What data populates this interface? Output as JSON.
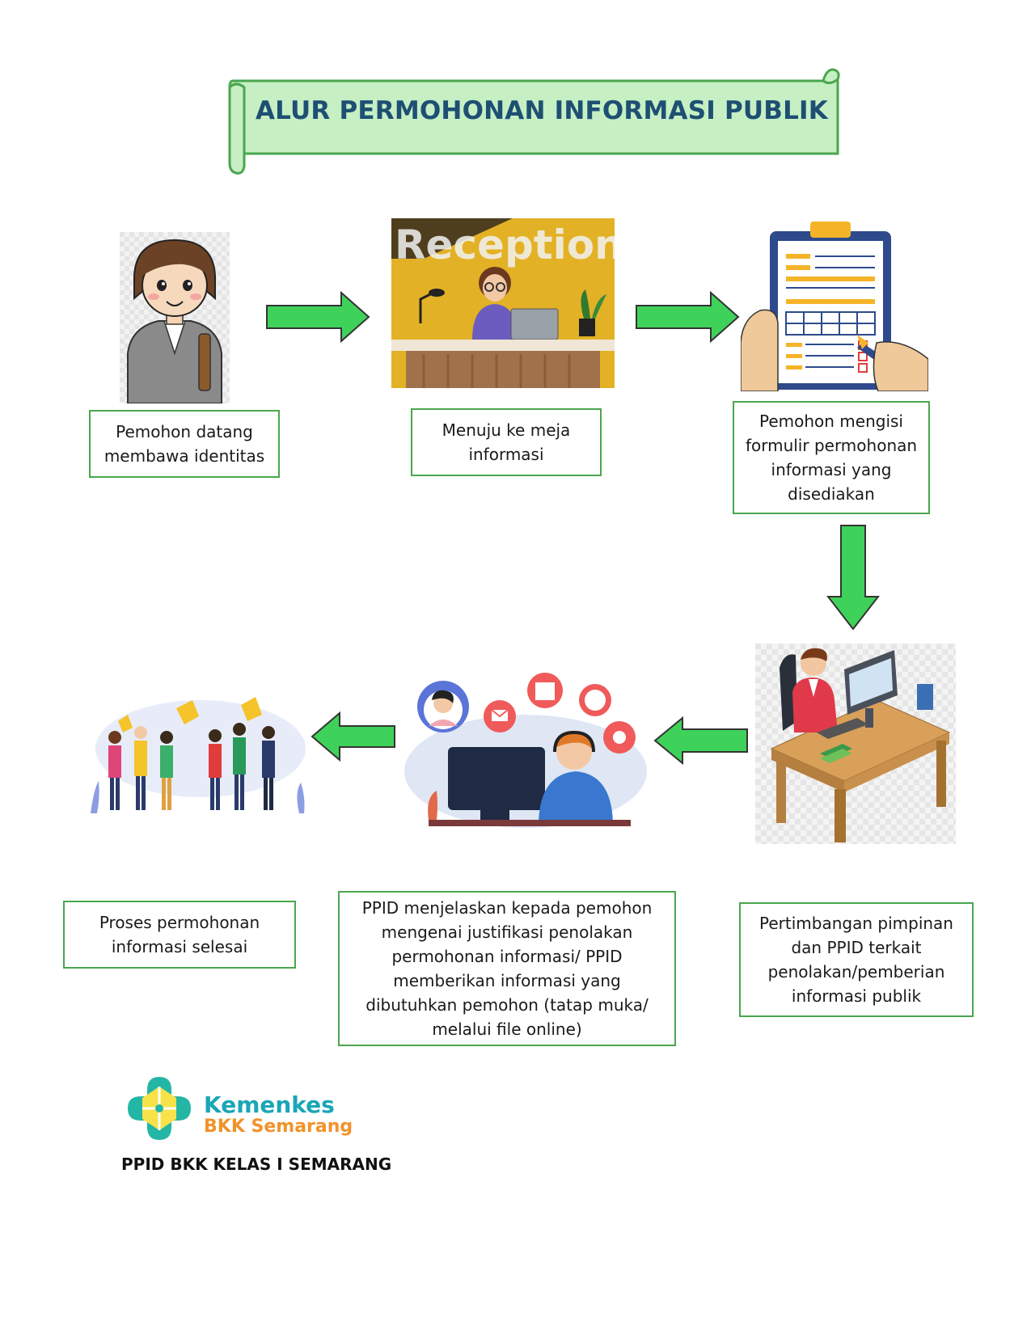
{
  "title": "ALUR PERMOHONAN INFORMASI PUBLIK",
  "colors": {
    "banner_fill": "#c6efc4",
    "banner_border": "#4aa64e",
    "title_text": "#1e4f73",
    "arrow_fill": "#3fd25a",
    "box_border": "#4aa64e"
  },
  "illustrations": {
    "reception_sign": "Reception"
  },
  "steps": [
    {
      "text": "Pemohon datang membawa identitas",
      "icon": "applicant-woman-icon"
    },
    {
      "text": "Menuju ke meja informasi",
      "icon": "reception-desk-icon"
    },
    {
      "text": "Pemohon mengisi formulir permohonan informasi yang disediakan",
      "icon": "clipboard-form-icon"
    },
    {
      "text": "Pertimbangan pimpinan dan PPID terkait penolakan/pemberian informasi publik",
      "icon": "office-worker-desk-icon"
    },
    {
      "text": "PPID menjelaskan kepada pemohon mengenai justifikasi penolakan permohonan informasi/ PPID memberikan informasi yang dibutuhkan pemohon (tatap muka/ melalui file online)",
      "icon": "customer-service-icon"
    },
    {
      "text": "Proses permohonan informasi selesai",
      "icon": "celebrating-people-icon"
    }
  ],
  "logo": {
    "brand": "Kemenkes",
    "sub": "BKK Semarang"
  },
  "footer": "PPID BKK KELAS I SEMARANG"
}
